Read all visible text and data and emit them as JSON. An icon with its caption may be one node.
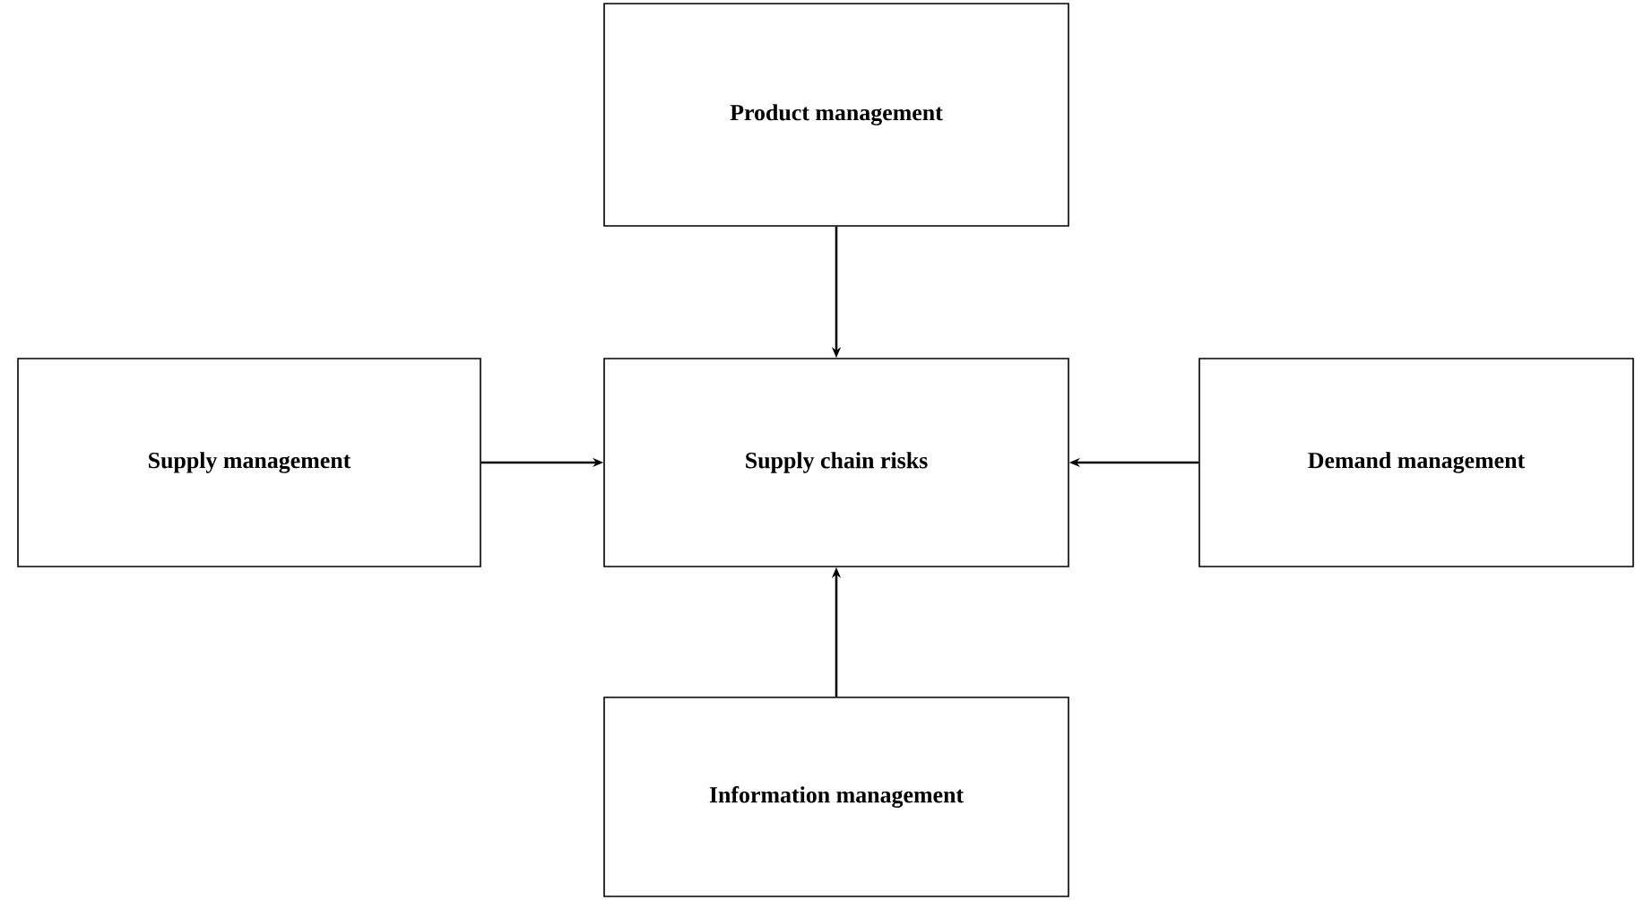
{
  "diagram": {
    "nodes": [
      {
        "text": [
          "Product management"
        ]
      },
      {
        "text": [
          "Supply management"
        ]
      },
      {
        "text": [
          "Supply chain risks"
        ]
      },
      {
        "text": [
          "Demand management"
        ]
      },
      {
        "text": [
          "Information management"
        ]
      }
    ],
    "edges": [
      {
        "from": 0,
        "to": 2,
        "arrow": "to"
      },
      {
        "from": 1,
        "to": 2,
        "arrow": "to"
      },
      {
        "from": 3,
        "to": 2,
        "arrow": "to"
      },
      {
        "from": 4,
        "to": 2,
        "arrow": "to"
      }
    ]
  }
}
